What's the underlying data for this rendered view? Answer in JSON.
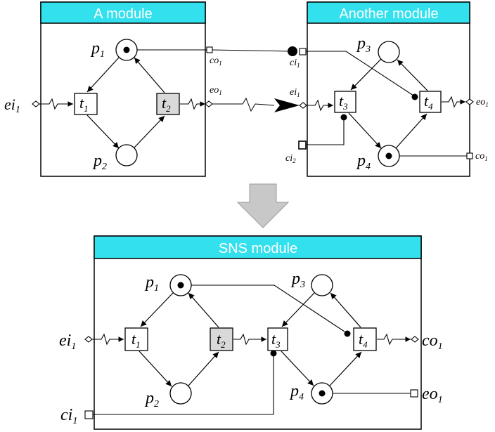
{
  "modules": {
    "a": {
      "title": "A module"
    },
    "another": {
      "title": "Another module"
    },
    "sns": {
      "title": "SNS module"
    }
  },
  "labels": {
    "p": "p",
    "t": "t",
    "ei": "ei",
    "eo": "eo",
    "ci": "ci",
    "co": "co",
    "one": "1",
    "two": "2",
    "three": "3",
    "four": "4"
  },
  "colors": {
    "title_bar": "#33e0ee",
    "highlighted_transition": "#d9d9d9",
    "arrow_gray": "#c8c8c8"
  }
}
